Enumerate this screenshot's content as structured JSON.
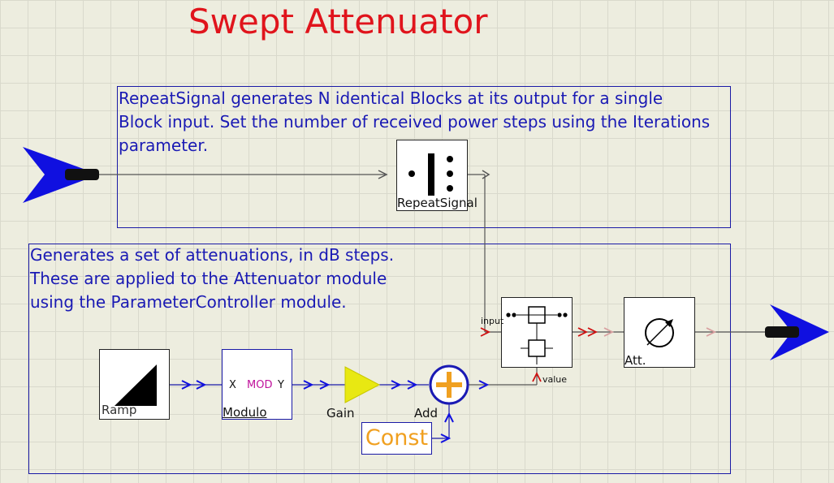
{
  "title": "Swept Attenuator",
  "notes": {
    "repeat": "RepeatSignal generates N identical Blocks at its output for a single\nBlock input. Set the number of received power steps using the Iterations\nparameter.",
    "attenuations": "Generates a set of attenuations, in dB steps.\nThese are applied to the Attenuator module\nusing the ParameterController module."
  },
  "blocks": {
    "repeat_signal": "RepeatSignal",
    "ramp": "Ramp",
    "modulo": "Modulo",
    "modulo_x": "X",
    "modulo_mod": "MOD",
    "modulo_y": "Y",
    "gain": "Gain",
    "add": "Add",
    "const": "Const",
    "att": "Att."
  },
  "ports": {
    "input": "input",
    "value": "value"
  },
  "colors": {
    "title": "#e0141c",
    "note_text": "#1a1ab4",
    "arrow_blue": "#1010e0",
    "wire_red": "#d01010",
    "gain_fill": "#e8e812",
    "add_ring": "#1a1ab4",
    "add_plus": "#f0a020",
    "const_text": "#f0a020",
    "modulo_text": "#c0139c"
  }
}
